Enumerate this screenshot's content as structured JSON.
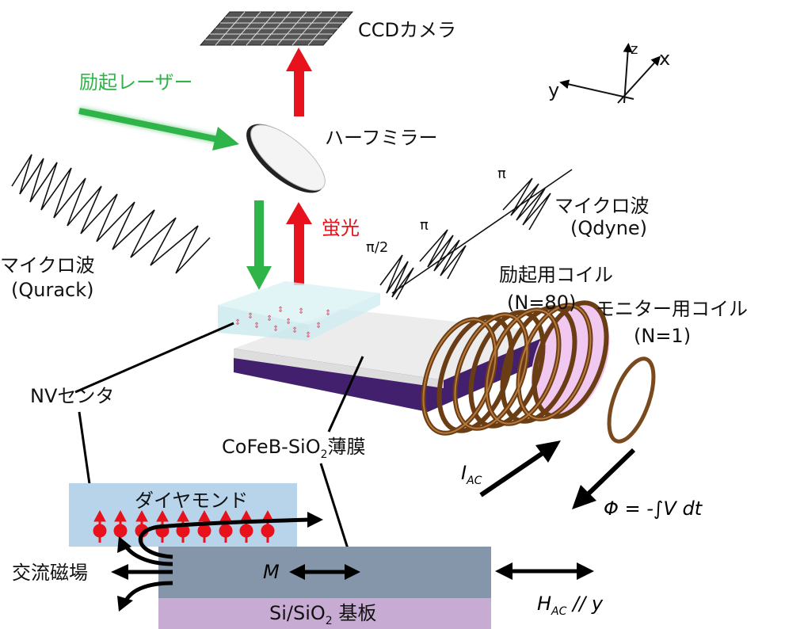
{
  "labels": {
    "ccd_camera": "CCDカメラ",
    "excitation_laser": "励起レーザー",
    "half_mirror": "ハーフミラー",
    "fluorescence": "蛍光",
    "microwave_left": "マイクロ波",
    "qurack": "(Qurack)",
    "microwave_right": "マイクロ波",
    "qdyne": "(Qdyne)",
    "pulse_half_pi": "π/2",
    "pulse_pi_1": "π",
    "pulse_pi_2": "π",
    "excitation_coil": "励起用コイル",
    "excitation_coil_turns": "(N=80)",
    "monitor_coil": "モニター用コイル",
    "monitor_coil_turns": "(N=1)",
    "nv_center": "NVセンタ",
    "film_prefix": "CoFeB-SiO",
    "film_sub": "2",
    "film_suffix": "薄膜",
    "current_main": "I",
    "current_sub": "AC",
    "flux": "Φ = -∫V dt",
    "diamond": "ダイヤモンド",
    "ac_field": "交流磁場",
    "magnetization": "M",
    "substrate_prefix": "Si/SiO",
    "substrate_sub": "2",
    "substrate_suffix": " 基板",
    "hac_main": "H",
    "hac_sub": "AC",
    "hac_suffix": " // y",
    "axis_x": "x",
    "axis_y": "y",
    "axis_z": "z"
  },
  "colors": {
    "laser_green": "#2fb449",
    "fluorescence_red": "#e8121c",
    "diamond_blue": "#b8d4ea",
    "film_gray": "#8596ab",
    "substrate_purple": "#c8abd3",
    "coil_copper": "#7a4a1e"
  }
}
